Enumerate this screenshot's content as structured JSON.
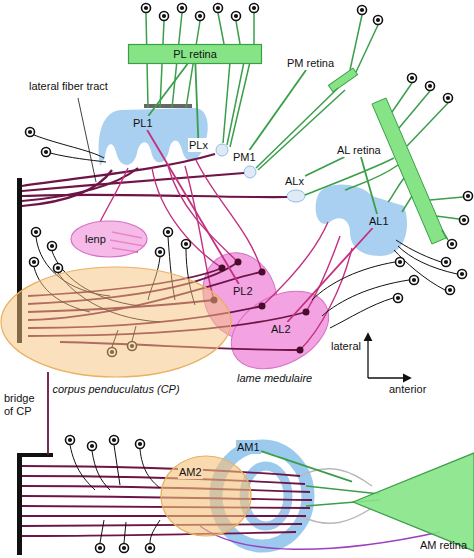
{
  "diagram": {
    "nodes": [
      {
        "text": [
          "PL retina"
        ]
      },
      {
        "text": [
          "PM retina"
        ]
      },
      {
        "text": [
          "PL1"
        ]
      },
      {
        "text": [
          "PLx"
        ]
      },
      {
        "text": [
          "PM1"
        ]
      },
      {
        "text": [
          "AL retina"
        ]
      },
      {
        "text": [
          "ALx"
        ]
      },
      {
        "text": [
          "AL1"
        ]
      },
      {
        "text": [
          "lenp"
        ]
      },
      {
        "text": [
          "PL2"
        ]
      },
      {
        "text": [
          "AL2"
        ]
      },
      {
        "text": [
          "corpus penduculatus (CP)"
        ]
      },
      {
        "text": [
          "AM1"
        ]
      },
      {
        "text": [
          "AM2"
        ]
      },
      {
        "text": [
          "AM retina"
        ]
      }
    ],
    "edges": [
      {
        "from": 0,
        "to": 2,
        "arrow": "none"
      },
      {
        "from": 0,
        "to": 3,
        "arrow": "none"
      },
      {
        "from": 1,
        "to": 4,
        "arrow": "none"
      },
      {
        "from": 5,
        "to": 6,
        "arrow": "none"
      },
      {
        "from": 5,
        "to": 7,
        "arrow": "none"
      },
      {
        "from": 2,
        "to": 9,
        "arrow": "none"
      },
      {
        "from": 7,
        "to": 10,
        "arrow": "none"
      },
      {
        "from": 14,
        "to": 12,
        "arrow": "none"
      }
    ],
    "labels": [
      "lateral fiber tract",
      "lame medulaire",
      "bridge of CP",
      "lateral",
      "anterior"
    ]
  }
}
